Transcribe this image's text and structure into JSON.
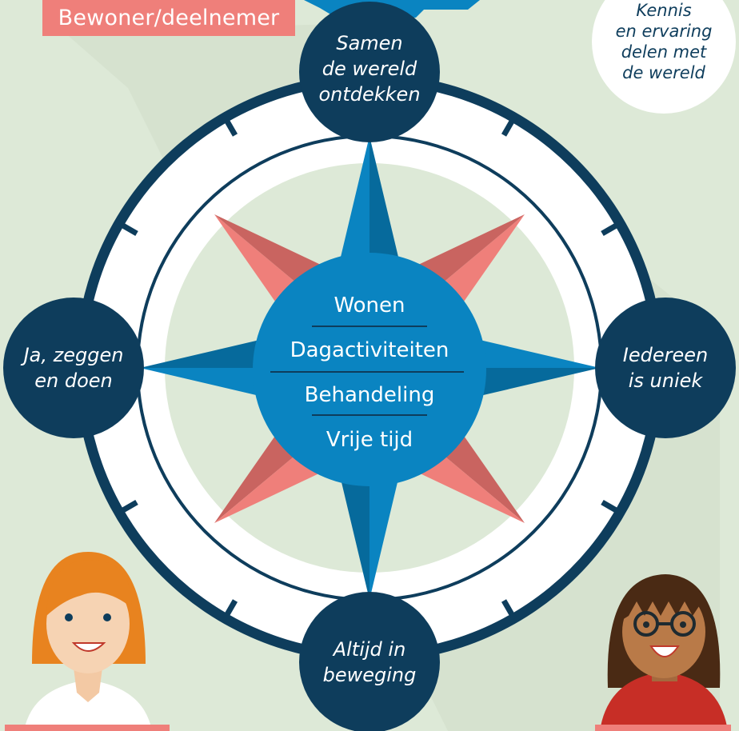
{
  "top_left_label": "Bewoner/deelnemer",
  "top_right_bubble": [
    "Kennis",
    "en ervaring",
    "delen met",
    "de wereld"
  ],
  "compass": {
    "north": [
      "Samen",
      "de wereld",
      "ontdekken"
    ],
    "east": [
      "Iedereen",
      "is uniek"
    ],
    "south": [
      "Altijd in",
      "beweging"
    ],
    "west": [
      "Ja, zeggen",
      "en doen"
    ]
  },
  "center_items": [
    "Wonen",
    "Dagactiviteiten",
    "Behandeling",
    "Vrije tijd"
  ],
  "colors": {
    "background": "#dde9d7",
    "navy": "#0e3d5c",
    "blue": "#0a84c1",
    "blue_dark": "#066a9c",
    "coral": "#ef7f7a",
    "coral_dark": "#c96460",
    "white": "#ffffff"
  }
}
